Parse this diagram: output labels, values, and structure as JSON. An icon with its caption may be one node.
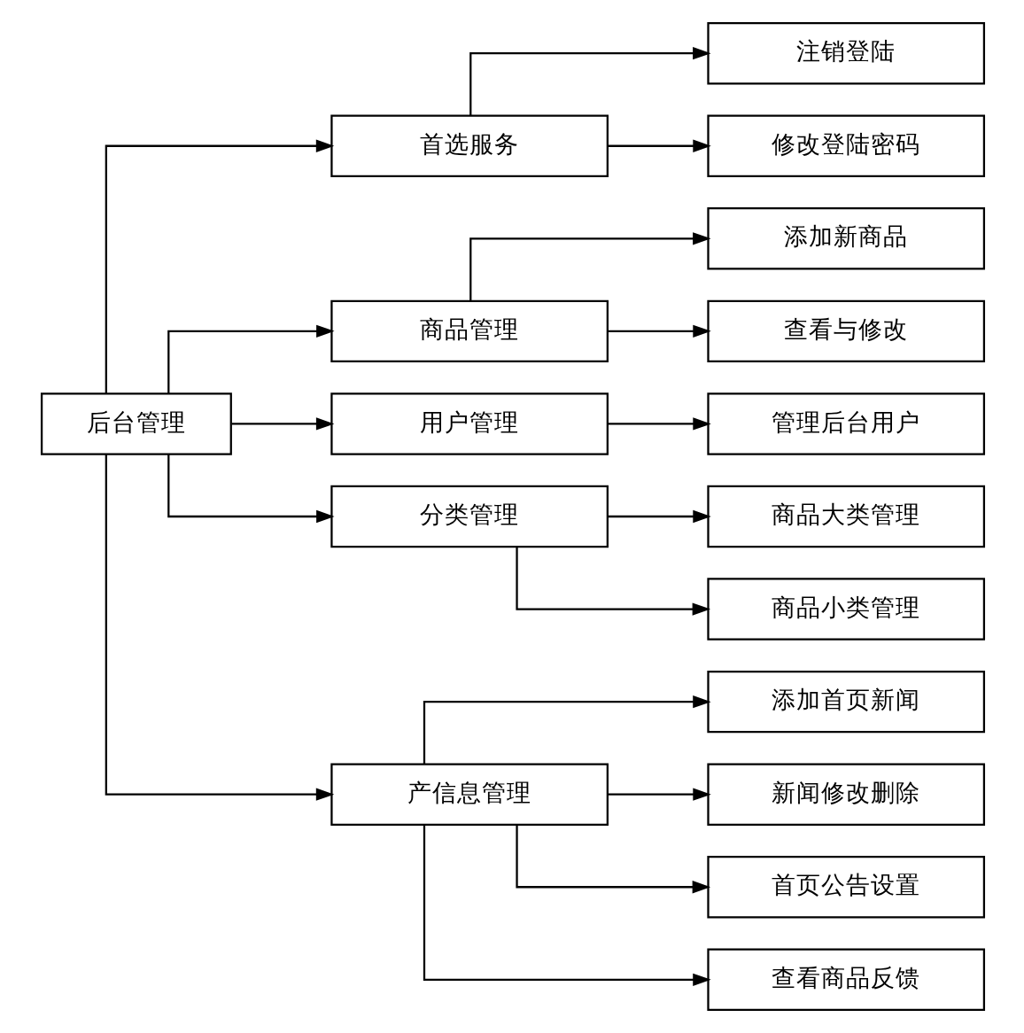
{
  "diagram": {
    "nodes": [
      {
        "text": [
          "后台管理"
        ]
      },
      {
        "text": [
          "首选服务"
        ]
      },
      {
        "text": [
          "注销登陆"
        ]
      },
      {
        "text": [
          "修改登陆密码"
        ]
      },
      {
        "text": [
          "商品管理"
        ]
      },
      {
        "text": [
          "添加新商品"
        ]
      },
      {
        "text": [
          "查看与修改"
        ]
      },
      {
        "text": [
          "用户管理"
        ]
      },
      {
        "text": [
          "管理后台用户"
        ]
      },
      {
        "text": [
          "分类管理"
        ]
      },
      {
        "text": [
          "商品大类管理"
        ]
      },
      {
        "text": [
          "商品小类管理"
        ]
      },
      {
        "text": [
          "产信息管理"
        ]
      },
      {
        "text": [
          "添加首页新闻"
        ]
      },
      {
        "text": [
          "新闻修改删除"
        ]
      },
      {
        "text": [
          "首页公告设置"
        ]
      },
      {
        "text": [
          "查看商品反馈"
        ]
      }
    ],
    "edges": [
      {
        "from": 0,
        "to": 1,
        "arrow": "to"
      },
      {
        "from": 0,
        "to": 4,
        "arrow": "to"
      },
      {
        "from": 0,
        "to": 7,
        "arrow": "to"
      },
      {
        "from": 0,
        "to": 9,
        "arrow": "to"
      },
      {
        "from": 0,
        "to": 12,
        "arrow": "to"
      },
      {
        "from": 1,
        "to": 2,
        "arrow": "to"
      },
      {
        "from": 1,
        "to": 3,
        "arrow": "to"
      },
      {
        "from": 4,
        "to": 5,
        "arrow": "to"
      },
      {
        "from": 4,
        "to": 6,
        "arrow": "to"
      },
      {
        "from": 7,
        "to": 8,
        "arrow": "to"
      },
      {
        "from": 9,
        "to": 10,
        "arrow": "to"
      },
      {
        "from": 9,
        "to": 11,
        "arrow": "to"
      },
      {
        "from": 12,
        "to": 13,
        "arrow": "to"
      },
      {
        "from": 12,
        "to": 14,
        "arrow": "to"
      },
      {
        "from": 12,
        "to": 15,
        "arrow": "to"
      },
      {
        "from": 12,
        "to": 16,
        "arrow": "to"
      }
    ]
  }
}
